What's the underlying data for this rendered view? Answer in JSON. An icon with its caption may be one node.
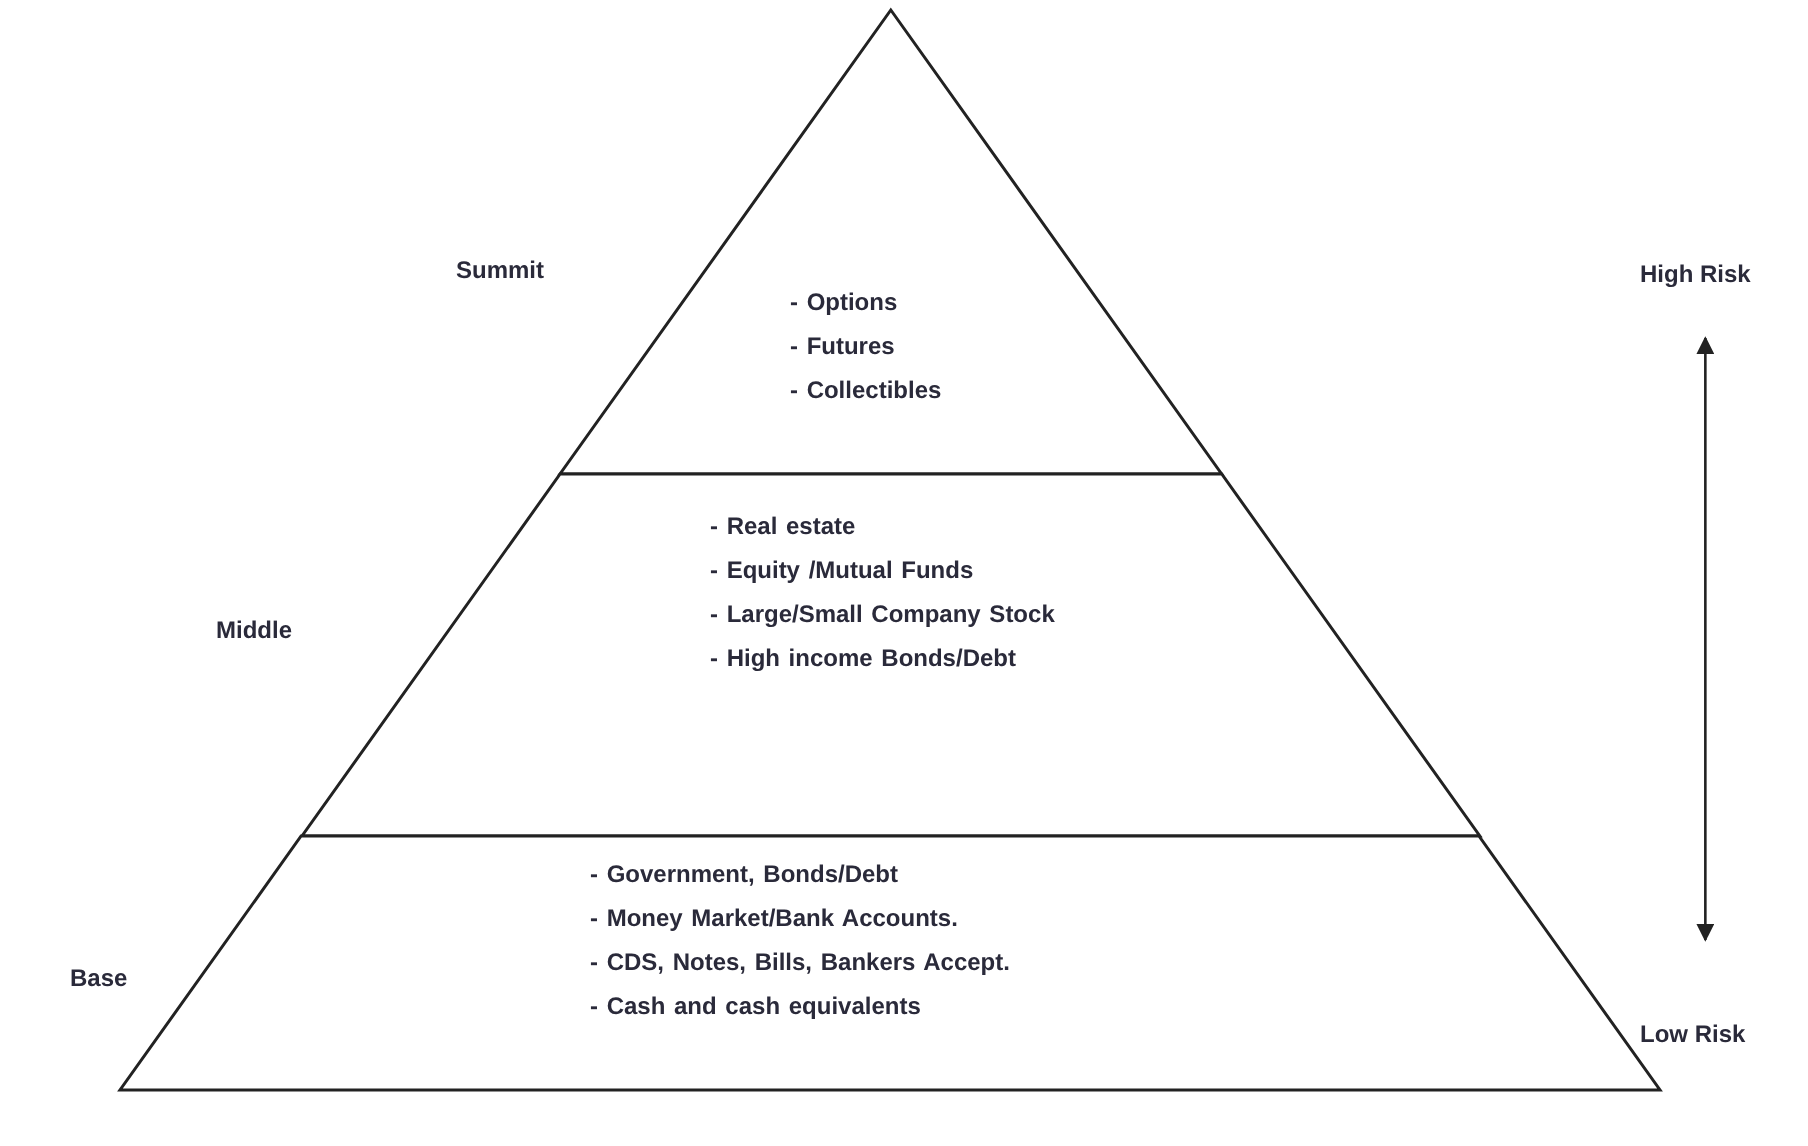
{
  "diagram": {
    "nodes": [
      {
        "text": [
          "- Options",
          "- Futures",
          "- Collectibles"
        ],
        "beside": [
          "Summit"
        ]
      },
      {
        "text": [
          "- Real estate",
          "- Equity /Mutual Funds",
          "- Large/Small Company Stock",
          "- High income Bonds/Debt"
        ],
        "beside": [
          "Middle"
        ]
      },
      {
        "text": [
          "- Government, Bonds/Debt",
          "- Money Market/Bank Accounts.",
          "- CDS, Notes, Bills, Bankers Accept.",
          "- Cash and cash equivalents"
        ],
        "beside": [
          "Base"
        ]
      },
      {
        "text": [
          "High Risk"
        ]
      },
      {
        "text": [
          "Low Risk"
        ]
      }
    ],
    "edges": [
      {
        "from": 3,
        "to": 4,
        "arrow": "both"
      }
    ]
  }
}
